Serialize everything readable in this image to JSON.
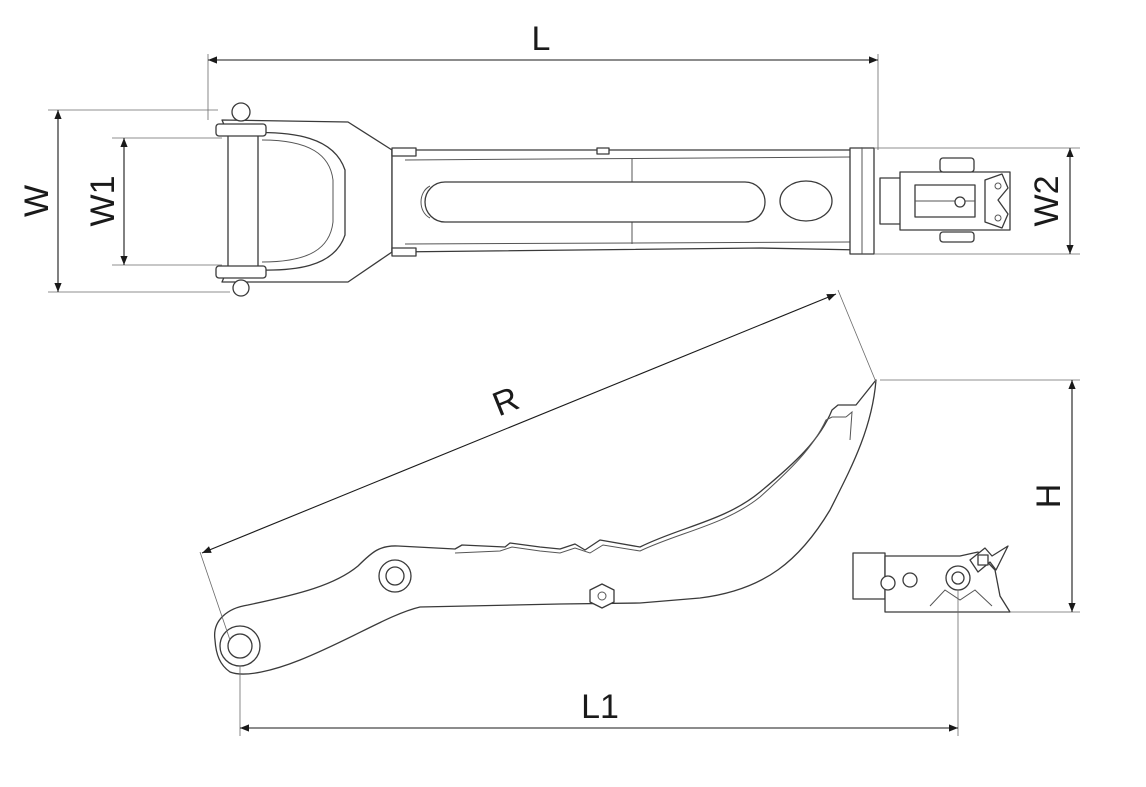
{
  "dimensions": {
    "length": "L",
    "width": "W",
    "inner_width": "W1",
    "end_width": "W2",
    "radius": "R",
    "height": "H",
    "pin_length": "L1"
  },
  "colors": {
    "line": "#3a3a3a",
    "dimension": "#1a1a1a",
    "background": "#ffffff"
  }
}
